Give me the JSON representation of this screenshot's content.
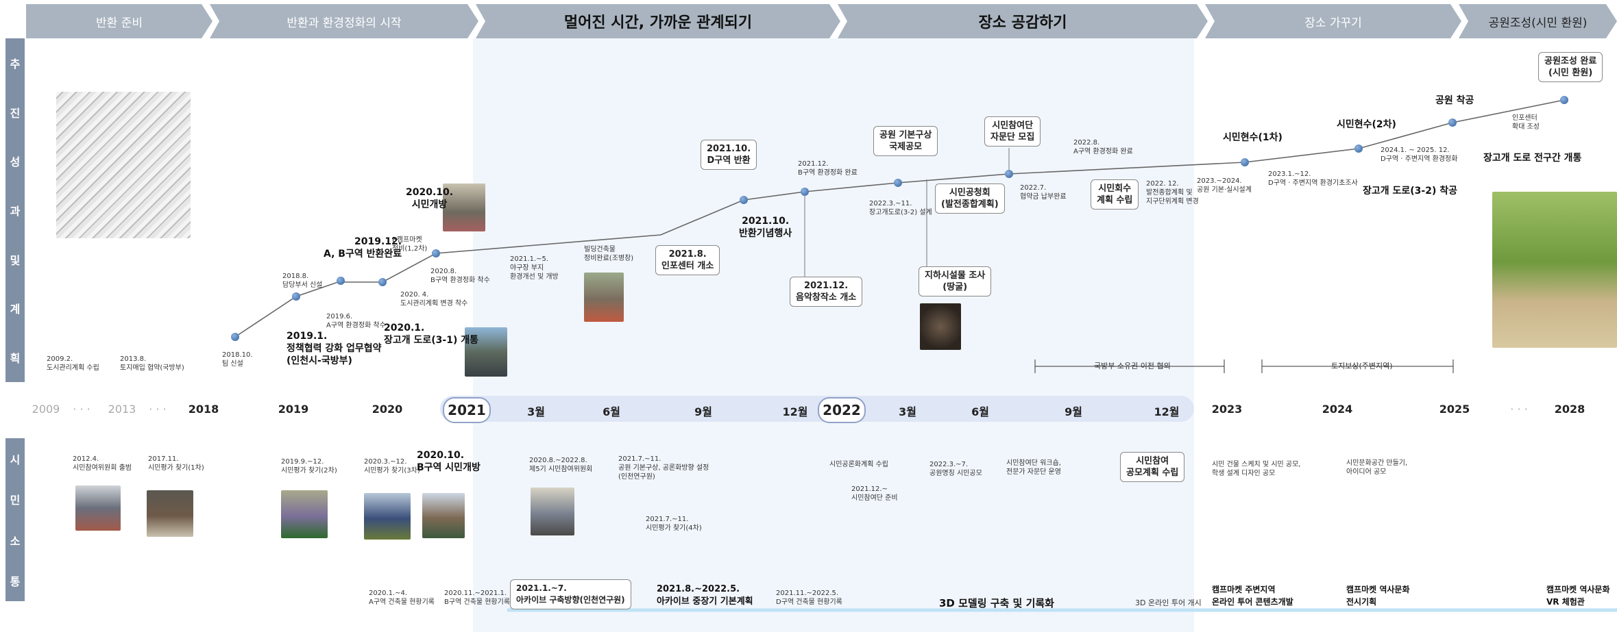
{
  "phases": [
    {
      "label": "반환 준비"
    },
    {
      "label": "반환과 환경정화의 시작"
    },
    {
      "label": "멀어진 시간, 가까운 관계되기"
    },
    {
      "label": "장소 공감하기"
    },
    {
      "label": "장소 가꾸기"
    },
    {
      "label": "공원조성(시민 환원)"
    }
  ],
  "side_top": [
    "추",
    "진",
    "성",
    "과",
    "및",
    "계",
    "획"
  ],
  "side_bottom": [
    "시",
    "민",
    "소",
    "통"
  ],
  "timeline": {
    "ticks": [
      "2009",
      "· · ·",
      "2013",
      "· · ·",
      "2018",
      "2019",
      "2020",
      "2021",
      "3월",
      "6월",
      "9월",
      "12월",
      "2022",
      "3월",
      "6월",
      "9월",
      "12월",
      "2023",
      "2024",
      "2025",
      "· · ·",
      "2028"
    ]
  },
  "top": {
    "a1": "2009.2.\n도시관리계획 수립",
    "a2": "2013.8.\n토지매입 협약(국방부)",
    "a3": "2018.10.\n팀 신설",
    "a4": "2018.8.\n담당부서 신설",
    "a5": "2019.1.\n정책협력 강화 업무협약\n(인천시-국방부)",
    "a6": "2019.6.\nA구역 환경정화 착수",
    "a7": "2019.12.\nA, B구역 반환완료",
    "a8": "B캠프마켓\n정비(1,2차)",
    "a9": "2020.8.\nB구역 환경정화 착수",
    "a10": "2020. 4.\n도시관리계획 변경 착수",
    "a11": "2020.1.\n장고개 도로(3-1) 개통",
    "a12": "2020.10.\n시민개방",
    "a13": "2021.1.~5.\n야구장 부지\n환경개선 및 개방",
    "a14": "빌딩건축물\n정비완료(조병창)",
    "a15": "2021.8.\n인포센터 개소",
    "a16": "2021.10.\nD구역 반환",
    "a17": "2021.10.\n반환기념행사",
    "a18": "2021.12.\nB구역 환경정화 완료",
    "a19": "2021.12.\n음악창작소 개소",
    "a20": "공원 기본구상\n국제공모",
    "a21": "2022.3.~11.\n장고개도로(3-2) 설계",
    "a22": "시민공청회\n(발전종합계획)",
    "a23": "지하시설물 조사\n(땅굴)",
    "a24": "시민참여단\n자문단 모집",
    "a25": "2022.7.\n협약금 납부완료",
    "a26": "2022.8.\nA구역 환경정화 완료",
    "a27": "시민회수\n계획 수립",
    "a28": "2022. 12.\n발전종합계획 및\n지구단위계획 변경",
    "a29": "2023.~2024.\n공원 기본·실시설계",
    "a30": "시민현수(1차)",
    "a31": "2023.1.~12.\nD구역 · 주변지역 환경기초조사",
    "a32": "시민현수(2차)",
    "a33": "2024.1. ~ 2025. 12.\nD구역 · 주변지역 환경정화",
    "a34": "장고개 도로(3-2) 착공",
    "a35": "공원 착공",
    "a36": "공원조성 완료\n(시민 환원)",
    "a37": "인포센터\n확대 조성",
    "a38": "장고개 도로 전구간 개통",
    "range1": "국방부 소유권 이전 협의",
    "range2": "토지보상(주변지역)"
  },
  "bottom": {
    "b1": "2012.4.\n시민참여위원회 출범",
    "b2": "2017.11.\n시민평가 찾기(1차)",
    "b3": "2019.9.~12.\n시민평가 찾기(2차)",
    "b4": "2020.3.~12.\n시민평가 찾기(3차)",
    "b5": "2020.10.\nB구역 시민개방",
    "b6": "2020.8.~2022.8.\n제5기 시민참여위원회",
    "b7": "2021.7.~11.\n공원 기본구상, 공론화방향 설정\n(인천연구원)",
    "b8": "2021.7.~11.\n시민평가 찾기(4차)",
    "b9": "시민공론화계획 수립",
    "b10": "2021.12.~\n시민참여단 준비",
    "b11": "2022.3.~7.\n공원명칭 시민공모",
    "b12": "시민참여단 워크숍,\n전문가 자문단 운영",
    "b13": "시민참여\n공모계획 수립",
    "b14": "시민 건물 스케치 및 시민 공모,\n학생 설계 디자인 공모",
    "b15": "시민문화공간 만들기,\n아이디어 공모",
    "c1": "2020.1.~4.\nA구역 건축물 현황기록",
    "c2": "2020.11.~2021.1.\nB구역 건축물 현황기록",
    "c3": "2021.1.~7.\n아카이브 구축방향(인천연구원)",
    "c4": "2021.8.~2022.5.\n아카이브 중장기 기본계획",
    "c5": "2021.11.~2022.5.\nD구역 건축물 현황기록",
    "c6": "3D 모델링 구축 및 기록화",
    "c7": "3D 온라인 투어 개시",
    "c8": "캠프마켓 주변지역\n온라인 투어 콘텐츠개발",
    "c9": "캠프마켓 역사문화\n전시기획",
    "c10": "캠프마켓 역사문화\nVR 체험관"
  },
  "colors": {
    "phase_bg": "#a9b4c0",
    "side_bg": "#7f8fa4",
    "timeline_bar": "#dfe6f6",
    "highlight": "#f1f6fc",
    "dot": "#2e5f9c"
  }
}
